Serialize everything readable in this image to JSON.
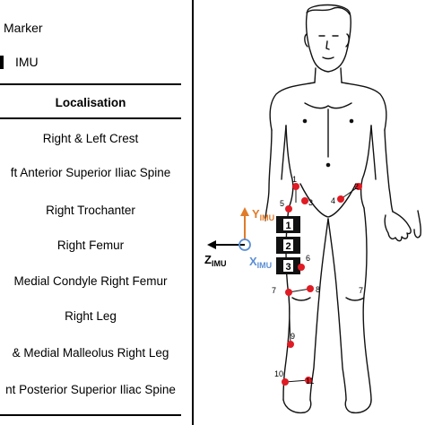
{
  "legend": {
    "marker_label": "Marker",
    "imu_label": "IMU",
    "marker_color": "#e01b24",
    "imu_color": "#000000"
  },
  "table": {
    "header": "Localisation",
    "rows": [
      "Right & Left Crest",
      "ft Anterior Superior Iliac Spine",
      "Right Trochanter",
      "Right Femur",
      "Medial Condyle Right Femur",
      "Right Leg",
      "& Medial Malleolus Right Leg",
      "nt Posterior Superior Iliac Spine"
    ]
  },
  "axes": {
    "y_main": "Y",
    "y_sub": "IMU",
    "x_main": "X",
    "x_sub": "IMU",
    "z_main": "Z",
    "z_sub": "IMU",
    "y_color": "#e07b2a",
    "x_color": "#5b8fd6",
    "z_color": "#000000"
  },
  "imu_units": [
    "1",
    "2",
    "3"
  ],
  "markers": [
    "1",
    "2",
    "3",
    "4",
    "5",
    "6",
    "7",
    "7",
    "8",
    "9",
    "10",
    "11"
  ]
}
